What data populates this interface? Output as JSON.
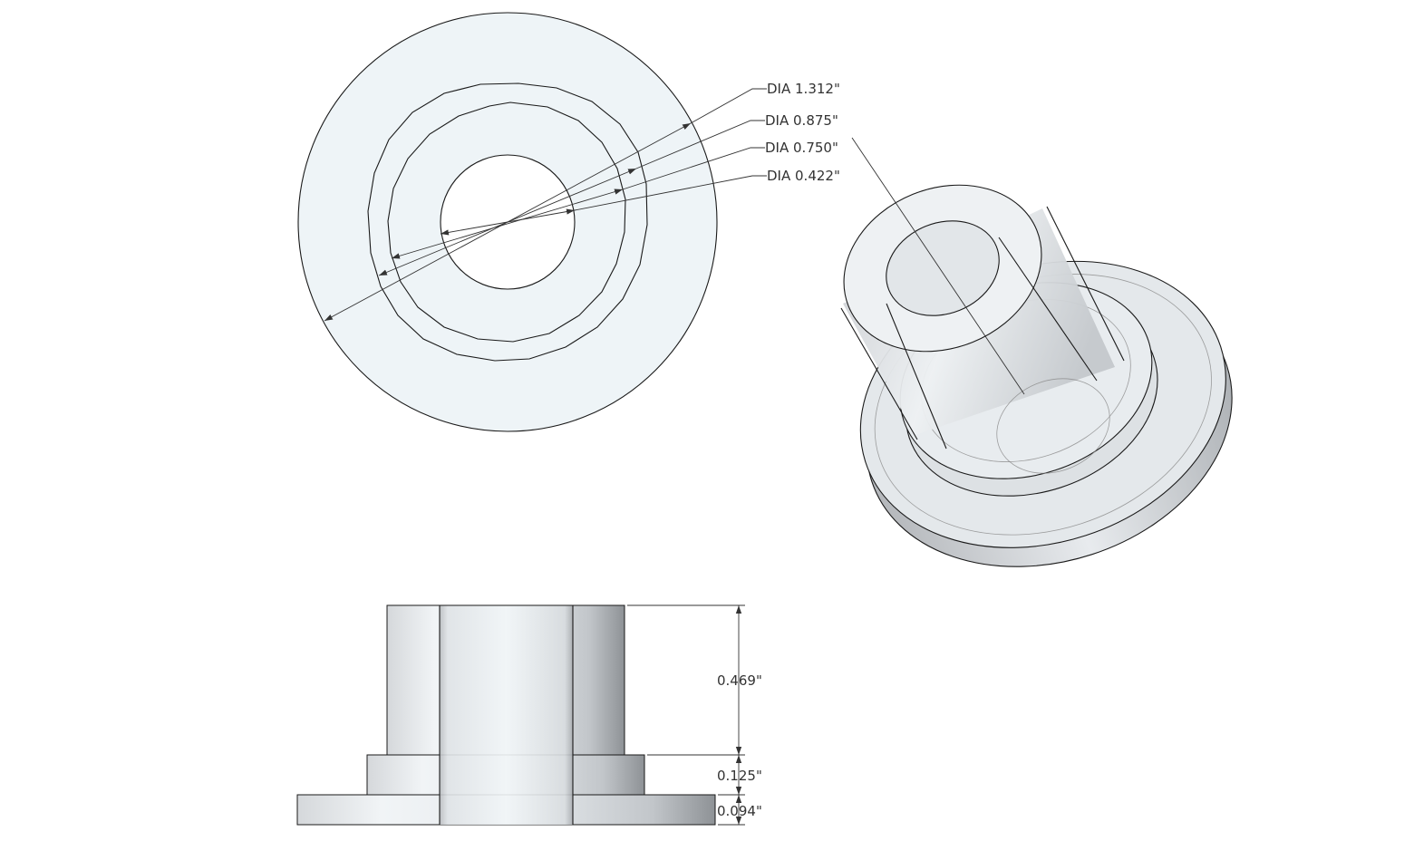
{
  "views": {
    "top": {
      "dimensions": [
        {
          "label": "DIA 1.312\""
        },
        {
          "label": "DIA 0.875\""
        },
        {
          "label": "DIA 0.750\""
        },
        {
          "label": "DIA 0.422\""
        }
      ]
    },
    "side": {
      "dimensions": [
        {
          "label": "0.469\""
        },
        {
          "label": "0.125\""
        },
        {
          "label": "0.094\""
        }
      ]
    }
  },
  "colors": {
    "face": "#eef4f7",
    "edge": "#1a1a1a",
    "leader": "#333333",
    "shade_dark": "#9fa2a6",
    "shade_light": "#e9edf0"
  }
}
